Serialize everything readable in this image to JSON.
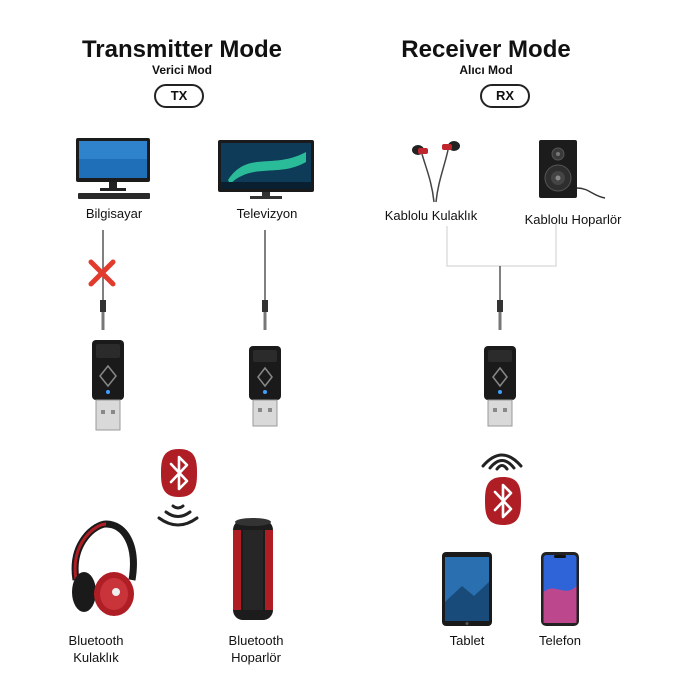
{
  "transmitter": {
    "title": "Transmitter Mode",
    "subtitle": "Verici Mod",
    "badge": "TX",
    "source_1_label": "Bilgisayar",
    "source_2_label": "Televizyon",
    "output_1_label_line1": "Bluetooth",
    "output_1_label_line2": "Kulaklık",
    "output_2_label_line1": "Bluetooth",
    "output_2_label_line2": "Hoparlör"
  },
  "receiver": {
    "title": "Receiver Mode",
    "subtitle": "Alıcı Mod",
    "badge": "RX",
    "output_1_label": "Kablolu Kulaklık",
    "output_2_label": "Kablolu Hoparlör",
    "source_1_label": "Tablet",
    "source_2_label": "Telefon"
  },
  "colors": {
    "bluetooth_red": "#b01e25",
    "text": "#111111",
    "cross": "#e23b2e"
  }
}
